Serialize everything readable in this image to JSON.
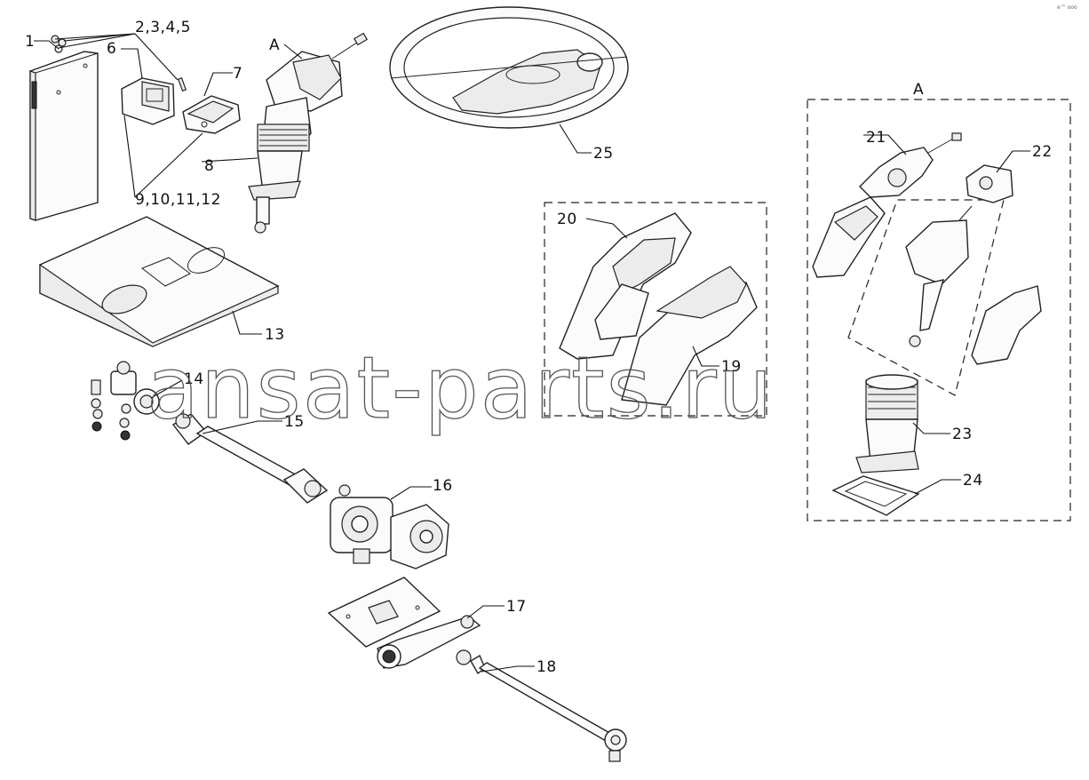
{
  "callouts": {
    "c1": "1",
    "c2345": "2,3,4,5",
    "c6": "6",
    "c7": "7",
    "c8": "8",
    "c9101112": "9,10,11,12",
    "c13": "13",
    "c14": "14",
    "c15": "15",
    "c16": "16",
    "c17": "17",
    "c18": "18",
    "c19": "19",
    "c20": "20",
    "c21": "21",
    "c22": "22",
    "c23": "23",
    "c24": "24",
    "c25": "25",
    "detail_ref": "A",
    "detail_title": "A"
  },
  "watermark": "ansat-parts.ru",
  "corner_mark": "e™ ooo"
}
